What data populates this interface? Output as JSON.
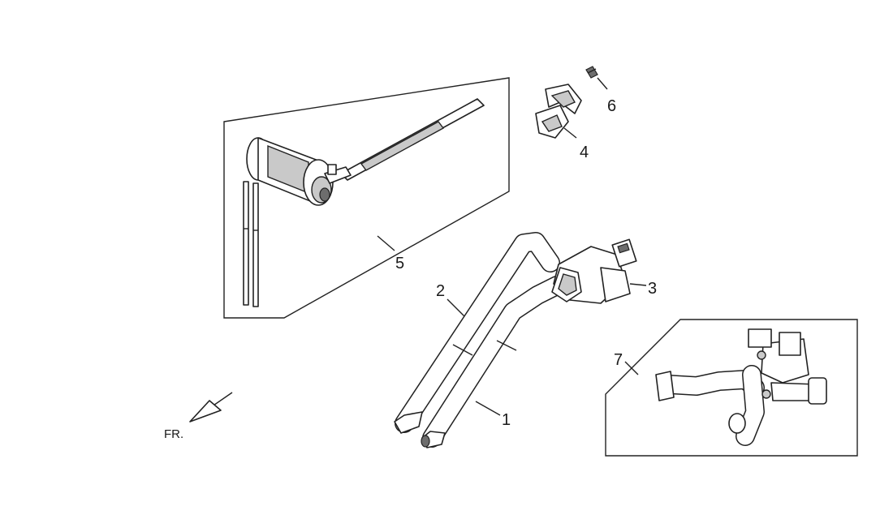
{
  "diagram": {
    "callouts": [
      {
        "id": "1",
        "label": "1"
      },
      {
        "id": "2",
        "label": "2"
      },
      {
        "id": "3",
        "label": "3"
      },
      {
        "id": "4",
        "label": "4"
      },
      {
        "id": "5",
        "label": "5"
      },
      {
        "id": "6",
        "label": "6"
      },
      {
        "id": "7",
        "label": "7"
      }
    ],
    "direction_label": "FR."
  },
  "colors": {
    "line": "#222222",
    "background": "#ffffff",
    "shade": "#c9c9c9"
  }
}
